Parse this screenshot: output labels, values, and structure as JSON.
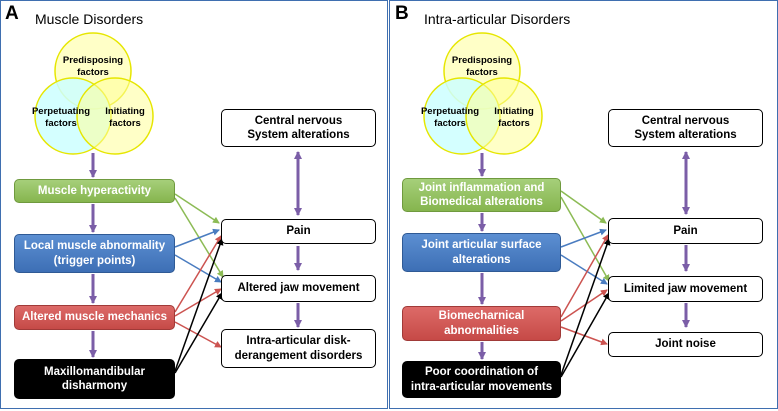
{
  "panels": [
    {
      "letter": "A",
      "title": "Muscle Disorders",
      "venn": {
        "top": [
          "Predisposing",
          "factors"
        ],
        "left": [
          "Perpetuating",
          "factors"
        ],
        "right": [
          "Initiating",
          "factors"
        ]
      },
      "left_boxes": [
        "Muscle hyperactivity",
        "Local muscle abnormality\n(trigger points)",
        "Altered muscle mechanics",
        "Maxillomandibular\ndisharmony"
      ],
      "right_boxes": [
        "Central nervous\nSystem alterations",
        "Pain",
        "Altered jaw movement",
        "Intra-articular disk-\nderangement disorders"
      ]
    },
    {
      "letter": "B",
      "title": "Intra-articular Disorders",
      "venn": {
        "top": [
          "Predisposing",
          "factors"
        ],
        "left": [
          "Perpetuating",
          "factors"
        ],
        "right": [
          "Initiating",
          "factors"
        ]
      },
      "left_boxes": [
        "Joint inflammation and\nBiomedical alterations",
        "Joint articular surface\nalterations",
        "Biomecharnical\nabnormalities",
        "Poor coordination of\nintra-articular movements"
      ],
      "right_boxes": [
        "Central nervous\nSystem alterations",
        "Pain",
        "Limited jaw movement",
        "Joint noise"
      ]
    }
  ],
  "colors": {
    "border": "#3f6fb0",
    "green": "#8cbb55",
    "blue": "#4a7cc0",
    "red": "#cc5350",
    "black": "#000000",
    "arrow_purple": "#7b5ea7",
    "venn_yellow": "#ffff99",
    "venn_cyan": "#ccffff",
    "venn_stroke": "#e6e600"
  }
}
